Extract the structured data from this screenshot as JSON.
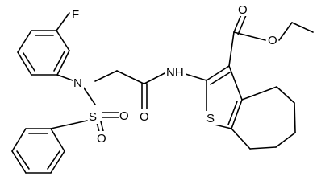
{
  "molecule": {
    "atoms": {
      "F": "F",
      "N_sulfonamide": "N",
      "S_sulfonyl": "S",
      "O_sulfonyl_left": "O",
      "O_sulfonyl_right": "O",
      "O_amide": "O",
      "NH_amide": "NH",
      "S_thiophene": "S",
      "O_ester_carbonyl": "O",
      "O_ester_ether": "O"
    }
  }
}
